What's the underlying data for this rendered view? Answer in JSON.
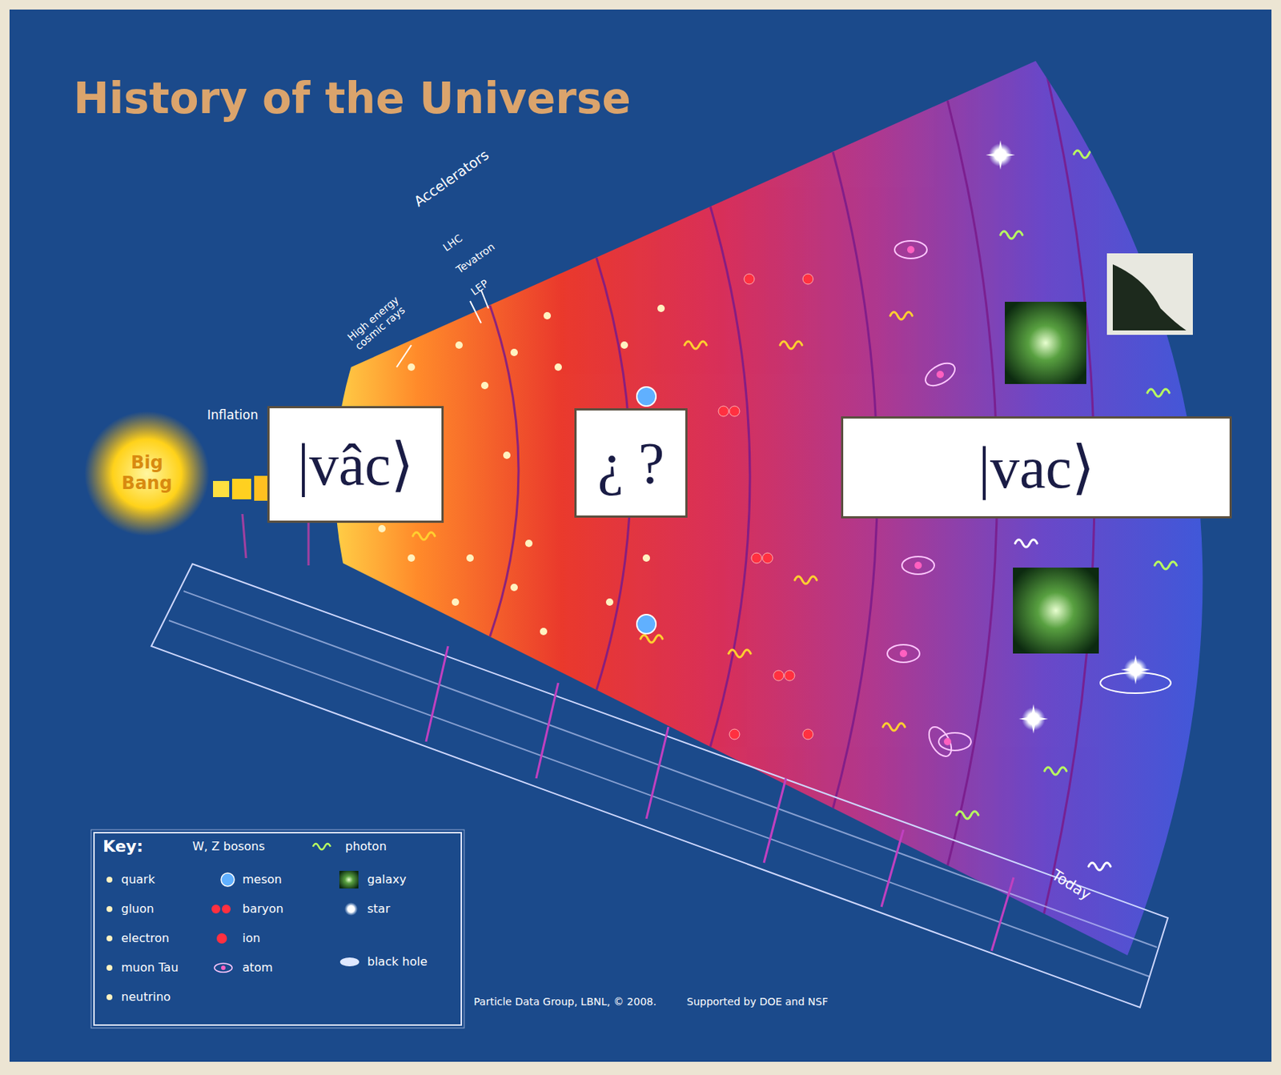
{
  "diagram": {
    "title": "History of the Universe",
    "nodes": [
      {
        "text": [
          "|vâc⟩"
        ]
      },
      {
        "text": [
          "¿ ?"
        ]
      },
      {
        "text": [
          "|vac⟩"
        ]
      }
    ],
    "labels": [
      "Big Bang",
      "Inflation",
      "Accelerators",
      "LHC",
      "Tevatron",
      "LEP",
      "High energy cosmic rays",
      "Today",
      "Key:",
      "Particle Data Group, LBNL, © 2008.",
      "Supported by DOE and NSF"
    ],
    "legend": [
      {
        "text": "W, Z bosons"
      },
      {
        "text": "photon"
      },
      {
        "text": "quark"
      },
      {
        "text": "meson"
      },
      {
        "text": "galaxy"
      },
      {
        "text": "gluon"
      },
      {
        "text": "baryon"
      },
      {
        "text": "star"
      },
      {
        "text": "electron"
      },
      {
        "text": "ion"
      },
      {
        "text": "black hole"
      },
      {
        "text": "muon Tau"
      },
      {
        "text": "atom"
      },
      {
        "text": "neutrino"
      }
    ]
  }
}
